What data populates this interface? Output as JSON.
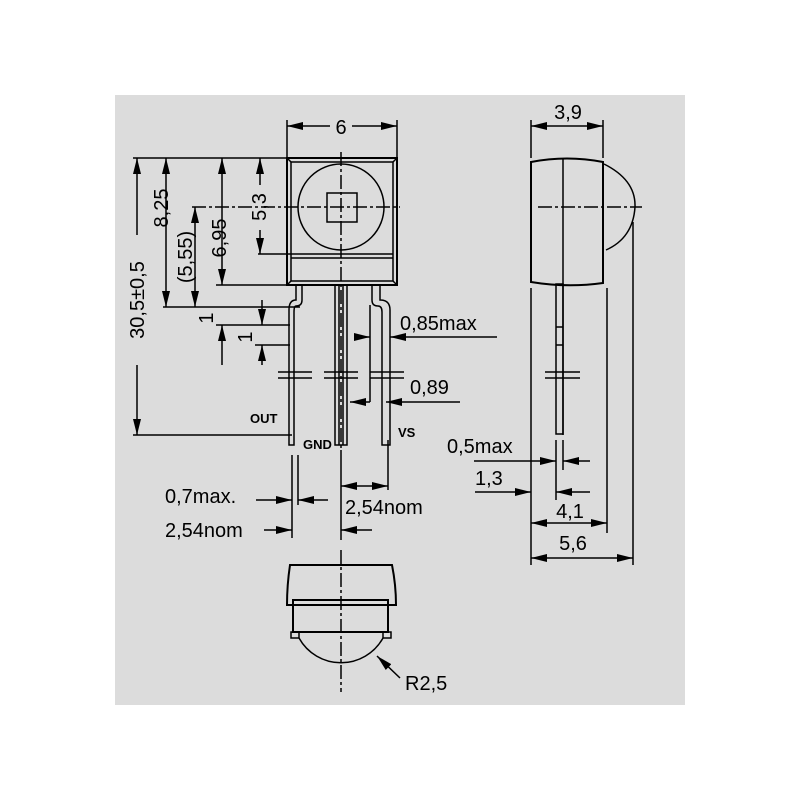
{
  "title": "IR receiver module package dimensions",
  "colors": {
    "background": "#dcdcdc",
    "line": "#000000"
  },
  "front_view": {
    "width": "6",
    "total_length": "30,5±0,5",
    "height_8_25": "8,25",
    "height_5_55": "(5,55)",
    "height_6_95": "6,95",
    "height_5_3": "5,3",
    "step_1a": "1",
    "step_1b": "1",
    "lead_width_max": "0,85max",
    "lead_pitch_089": "0,89",
    "pin_out": "OUT",
    "pin_gnd": "GND",
    "pin_vs": "VS",
    "lead_thickness": "0,7max.",
    "pitch_left": "2,54nom",
    "pitch_right": "2,54nom"
  },
  "side_view": {
    "depth": "3,9",
    "lead_max": "0,5max",
    "lead_offset": "1,3",
    "body_depth": "4,1",
    "total_depth": "5,6"
  },
  "bottom_view": {
    "radius": "R2,5"
  }
}
